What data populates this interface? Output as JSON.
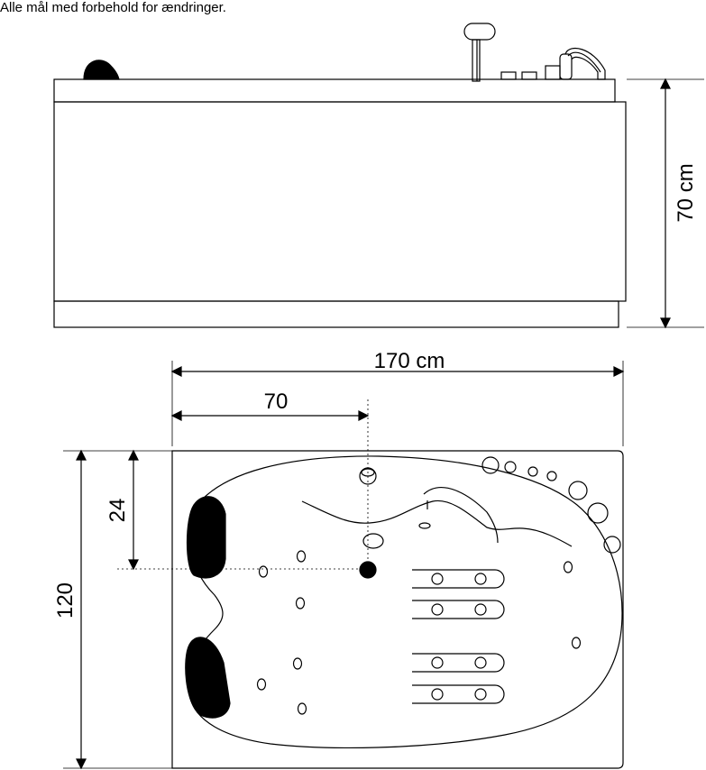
{
  "note": "Alle mål med forbehold for ændringer.",
  "side_view": {
    "height_label": "70 cm"
  },
  "top_view": {
    "length_label": "170 cm",
    "drain_offset_label": "70",
    "drain_depth_label": "24",
    "width_label": "120"
  }
}
